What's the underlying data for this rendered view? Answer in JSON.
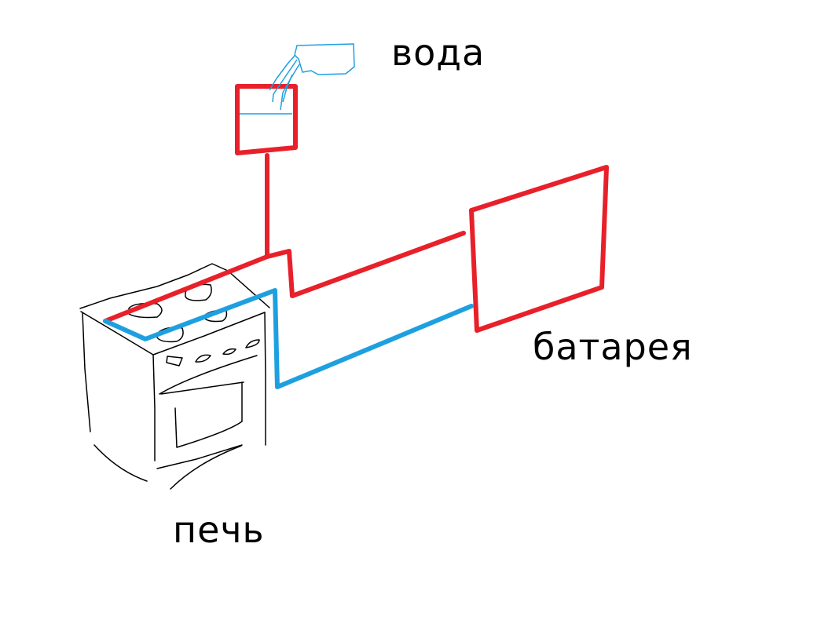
{
  "labels": {
    "water": "вода",
    "radiator": "батарея",
    "stove": "печь"
  },
  "colors": {
    "hot_pipe": "#e8202a",
    "cold_pipe": "#1ea0e0",
    "sketch": "#000000"
  }
}
